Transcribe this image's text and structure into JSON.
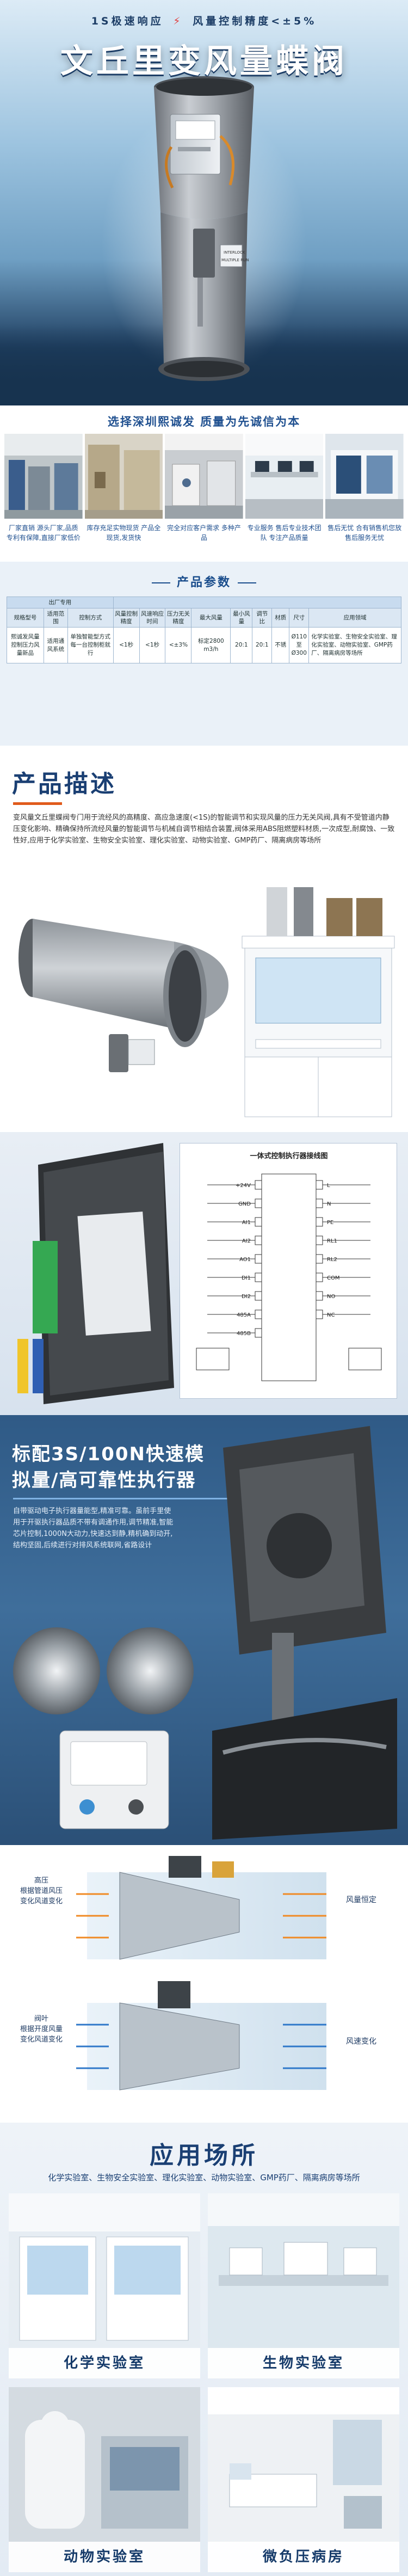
{
  "hero": {
    "topline_left": "1S极速响应",
    "bolt": "⚡",
    "topline_right": "风量控制精度<±5%",
    "title": "文丘里变风量蝶阀",
    "label_plate_1": "INTERLOCK",
    "label_plate_2": "MULTIPLE RUN"
  },
  "factory": {
    "slogan": "选择深圳熙诚发  质量为先诚信为本",
    "photos": [
      {
        "icon": "factory-workshop-photo"
      },
      {
        "icon": "factory-warehouse-photo"
      },
      {
        "icon": "production-line-photo"
      },
      {
        "icon": "rd-office-photo"
      },
      {
        "icon": "showroom-photo"
      }
    ],
    "captions": [
      "厂家直销 源头厂家,品质专利有保障,直接厂家低价",
      "库存充足实物现货 产品全现货,发货快",
      "完全对应客户需求 多种产品",
      "专业服务 售后专业技术团队 专注产品质量",
      "售后无忧 合有销售机您放售后服务无忧"
    ]
  },
  "params": {
    "title": "产品参数",
    "group_header": "出厂专用",
    "columns": [
      "规格型号",
      "适用范围",
      "控制方式",
      "风量控制精度",
      "风速响应时间",
      "压力无关精度",
      "最大风量",
      "最小风量",
      "调节比",
      "材质",
      "尺寸",
      "应用领域"
    ],
    "row": {
      "model": "熙诚发风量控制压力风量新品",
      "scope": "适用通风系统",
      "control": "单独智能型方式每一台控制柜就行",
      "accuracy": "<1秒",
      "response": "<1秒",
      "pressure": "<±3%",
      "max_air": "标定2800 m3/h",
      "min_air": "20:1",
      "ratio": "20:1",
      "material": "不锈",
      "size": "Ø110 至 Ø300",
      "application": "化学实验室、生物安全实验室、理化实验室、动物实验室、GMP药厂、隔离病房等场所"
    }
  },
  "desc": {
    "title": "产品描述",
    "text": "变风量文丘里蝶阀专门用于流经风的高精度、高应急速度(<1S)的智能调节和实现风量的压力无关风阀,具有不受管道内静压变化影响、精确保持所流经风量的智能调节与机械自调节相结合装置,阀体采用ABS阻燃塑料材质,一次成型,耐腐蚀、一致性好,应用于化学实验室、生物安全实验室、理化实验室、动物实验室、GMP药厂、隔离病房等场所",
    "hood_icon": "fume-hood-illustration"
  },
  "wiring": {
    "title": "一体式控制执行器接线图",
    "terminals_left": [
      "+24V",
      "GND",
      "AI1",
      "AI2",
      "AO1",
      "DI1",
      "DI2",
      "485A",
      "485B"
    ],
    "terminals_right": [
      "L",
      "N",
      "PE",
      "RL1",
      "RL2",
      "COM",
      "NO",
      "NC"
    ]
  },
  "actuator": {
    "title_line1": "标配3S/100N快速模",
    "title_line2": "拟量/高可靠性执行器",
    "text": "自带驱动电子执行器量能型,精准可靠。虽前手里使用于开驱执行器品质不带有调通作用,调节精准,智能芯片控制,1000N大动力,快速达到静,精机确到动开,结构坚固,后续进行对排风系统联网,省路设计"
  },
  "airflow": {
    "top_left": [
      "高压",
      "根据管道风压",
      "变化风道变化"
    ],
    "top_right": "风量恒定",
    "bottom_left": [
      "阀叶",
      "根据开度风量",
      "变化风道变化"
    ],
    "bottom_right": "风速变化"
  },
  "apps": {
    "title": "应用场所",
    "subtitle": "化学实验室、生物安全实验室、理化实验室、动物实验室、GMP药厂、隔离病房等场所",
    "cards": [
      {
        "label": "化学实验室",
        "icon": "chemistry-lab-photo"
      },
      {
        "label": "生物实验室",
        "icon": "biology-lab-photo"
      },
      {
        "label": "动物实验室",
        "icon": "animal-lab-photo"
      },
      {
        "label": "微负压病房",
        "icon": "negative-pressure-ward-photo"
      }
    ]
  }
}
